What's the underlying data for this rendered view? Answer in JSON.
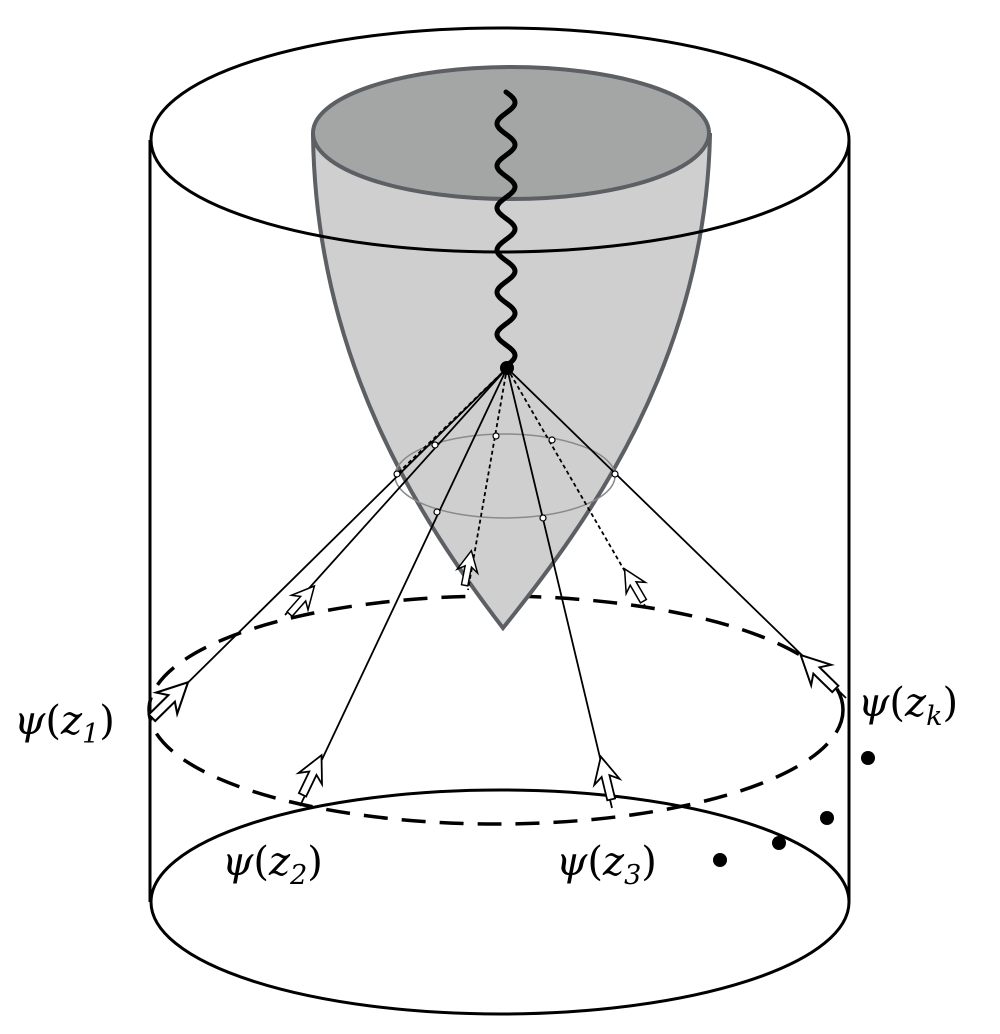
{
  "labels": {
    "z1": {
      "func": "ψ",
      "var": "z",
      "sub": "1"
    },
    "z2": {
      "func": "ψ",
      "var": "z",
      "sub": "2"
    },
    "z3": {
      "func": "ψ",
      "var": "z",
      "sub": "3"
    },
    "zk": {
      "func": "ψ",
      "var": "z",
      "sub": "k"
    }
  },
  "colors": {
    "line": "#000000",
    "cone_fill": "#cfcfcf",
    "cone_top_fill": "#a3a6a5",
    "cone_stroke": "#5c5f63",
    "ring": "#8a8a8a"
  }
}
